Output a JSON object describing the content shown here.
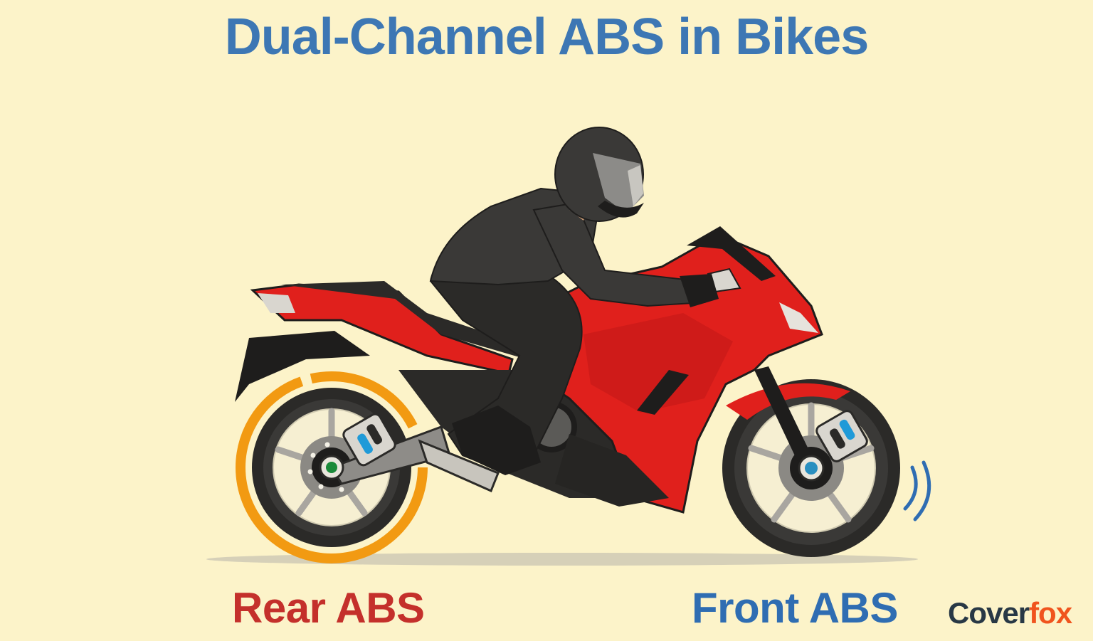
{
  "title": "Dual-Channel ABS in Bikes",
  "labels": {
    "rear": "Rear ABS",
    "front": "Front ABS"
  },
  "logo": {
    "part1": "Cover",
    "part2": "fox"
  },
  "colors": {
    "background": "#fcf3c9",
    "title": "#3d77b4",
    "rear_label": "#c4302b",
    "front_label": "#2f6db2",
    "bike_red": "#e0201c",
    "bike_dark": "#2b2a28",
    "rear_highlight_ring": "#f29a12",
    "front_signal_waves": "#2f6db2",
    "logo_dark": "#283845",
    "logo_orange": "#f0541e"
  },
  "diagram": {
    "subject": "Sport motorcycle with rider",
    "callouts": [
      {
        "target": "rear-wheel",
        "label": "Rear ABS",
        "marker": "orange highlight ring, green hub"
      },
      {
        "target": "front-wheel",
        "label": "Front ABS",
        "marker": "blue signal waves, blue hub"
      }
    ]
  }
}
